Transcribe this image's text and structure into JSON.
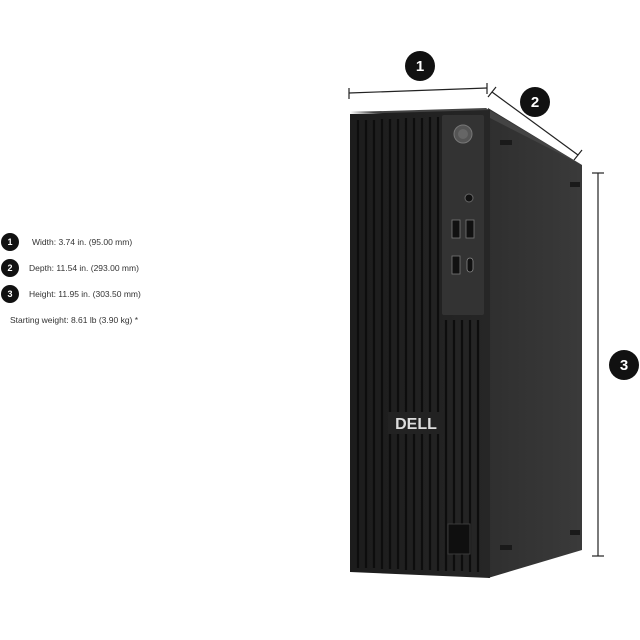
{
  "specs": [
    {
      "num": "1",
      "text": "Width: 3.74 in. (95.00 mm)"
    },
    {
      "num": "2",
      "text": "Depth: 11.54 in. (293.00 mm)"
    },
    {
      "num": "3",
      "text": "Height: 11.95 in. (303.50 mm)"
    }
  ],
  "weight": "Starting weight: 8.61 lb (3.90 kg) *",
  "callouts": {
    "width": "1",
    "depth": "2",
    "height": "3"
  },
  "brand_logo": "DELL",
  "colors": {
    "chassis": "#2a2a2a",
    "badge": "#111111",
    "dimension_line": "#222222"
  }
}
